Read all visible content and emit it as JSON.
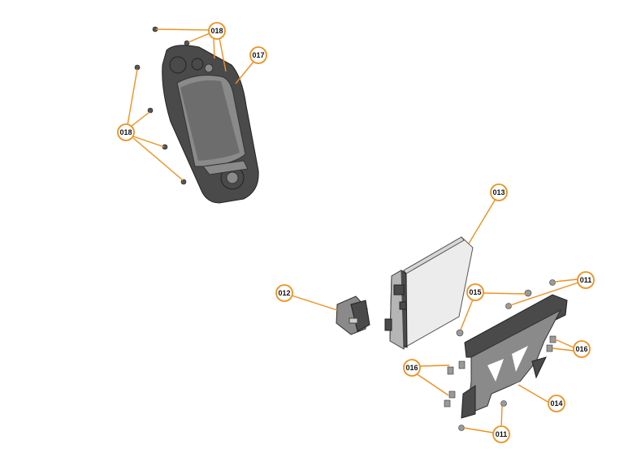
{
  "diagram": {
    "callouts": [
      {
        "id": "018"
      },
      {
        "id": "017"
      },
      {
        "id": "018"
      },
      {
        "id": "013"
      },
      {
        "id": "012"
      },
      {
        "id": "015"
      },
      {
        "id": "011"
      },
      {
        "id": "016"
      },
      {
        "id": "016"
      },
      {
        "id": "014"
      },
      {
        "id": "011"
      }
    ],
    "colors": {
      "callout": "#f0901e",
      "part_dark": "#4a4a4a",
      "part_light": "#ececec"
    }
  }
}
